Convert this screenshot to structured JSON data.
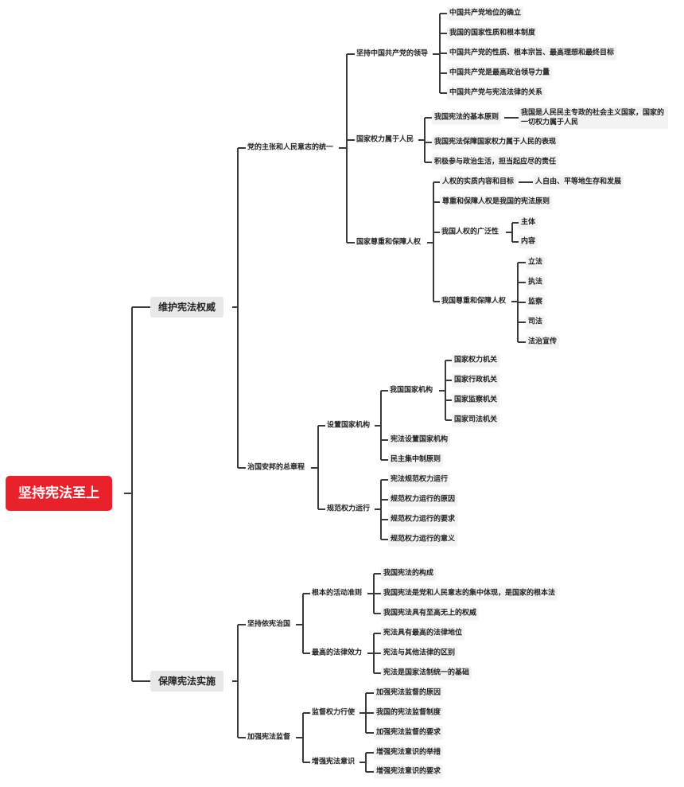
{
  "root": "坚持宪法至上",
  "branch_a": {
    "title": "维护宪法权威",
    "p1": {
      "title": "党的主张和人民意志的统一",
      "leadership": {
        "title": "坚持中国共产党的领导",
        "items": [
          "中国共产党地位的确立",
          "我国的国家性质和根本制度",
          "中国共产党的性质、根本宗旨、最高理想和最终目标",
          "中国共产党是最高政治领导力量",
          "中国共产党与宪法法律的关系"
        ]
      },
      "power": {
        "title": "国家权力属于人民",
        "principle": "我国宪法的基本原则",
        "principle_detail": "我国是人民民主专政的社会主义国家，国家的一切权力属于人民",
        "guarantee": "我国宪法保障国家权力属于人民的表现",
        "participate": "积极参与政治生活，担当起应尽的责任"
      },
      "rights": {
        "title": "国家尊重和保障人权",
        "essence": "人权的实质内容和目标",
        "essence_detail": "人自由、平等地生存和发展",
        "principle": "尊重和保障人权是我国的宪法原则",
        "universal": "我国人权的广泛性",
        "universal_items": [
          "主体",
          "内容"
        ],
        "protect": "我国尊重和保障人权",
        "protect_items": [
          "立法",
          "执法",
          "监察",
          "司法",
          "法治宣传"
        ]
      }
    },
    "p2": {
      "title": "治国安邦的总章程",
      "setup": {
        "title": "设置国家机构",
        "organs": "我国国家机构",
        "organ_items": [
          "国家权力机关",
          "国家行政机关",
          "国家监察机关",
          "国家司法机关"
        ],
        "items": [
          "宪法设置国家机构",
          "民主集中制原则"
        ]
      },
      "regulate": {
        "title": "规范权力运行",
        "items": [
          "宪法规范权力运行",
          "规范权力运行的原因",
          "规范权力运行的要求",
          "规范权力运行的意义"
        ]
      }
    }
  },
  "branch_b": {
    "title": "保障宪法实施",
    "rule": {
      "title": "坚持依宪治国",
      "basic": {
        "title": "根本的活动准则",
        "items": [
          "我国宪法的构成",
          "我国宪法是党和人民意志的集中体现，是国家的根本法",
          "我国宪法具有至高无上的权威"
        ]
      },
      "supreme": {
        "title": "最高的法律效力",
        "items": [
          "宪法具有最高的法律地位",
          "宪法与其他法律的区别",
          "宪法是国家法制统一的基础"
        ]
      }
    },
    "supervise": {
      "title": "加强宪法监督",
      "oversee": {
        "title": "监督权力行使",
        "items": [
          "加强宪法监督的原因",
          "我国的宪法监督制度",
          "加强宪法监督的要求"
        ]
      },
      "awareness": {
        "title": "增强宪法意识",
        "items": [
          "增强宪法意识的举措",
          "增强宪法意识的要求"
        ]
      }
    }
  },
  "colors": {
    "root_fill": "#e8212b",
    "branch_fill": "#e8e8e8",
    "leaf_fill": "#f3f3f3",
    "line": "#3a3a3a"
  }
}
